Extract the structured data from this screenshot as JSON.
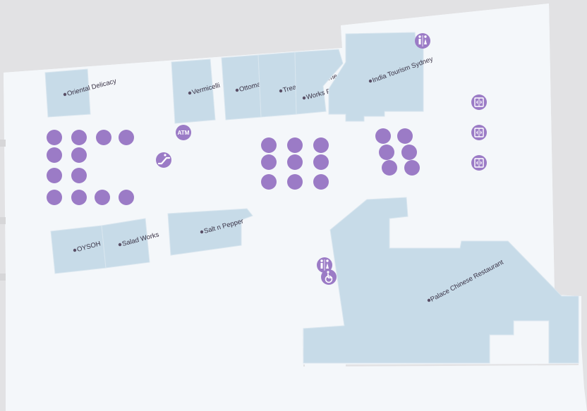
{
  "map": {
    "colors": {
      "background": "#e2e2e4",
      "floor": "#f4f7fa",
      "store": "#c7dbe8",
      "amenity": "#9b7bc6",
      "label": "#3a3346"
    },
    "stores": [
      {
        "id": "oriental-delicacy",
        "name": "Oriental Delicacy"
      },
      {
        "id": "vermicelli",
        "name": "Vermicelli"
      },
      {
        "id": "ottoman-grill",
        "name": "Ottoman Grill"
      },
      {
        "id": "treats-from-home",
        "name": "Treats From Home"
      },
      {
        "id": "works-perfect",
        "name": "Works Perfect"
      },
      {
        "id": "india-tourism-sydney",
        "name": "India Tourism Sydney"
      },
      {
        "id": "oysoh",
        "name": "OYSOH"
      },
      {
        "id": "salad-works",
        "name": "Salad Works"
      },
      {
        "id": "salt-n-pepper",
        "name": "Salt n Pepper"
      },
      {
        "id": "palace-chinese-restaurant",
        "name": "Palace Chinese Restaurant"
      }
    ],
    "amenities": {
      "atm_label": "ATM",
      "icons": [
        "atm-icon",
        "escalator-icon",
        "restroom-icon",
        "accessible-restroom-icon",
        "lift-icon"
      ]
    }
  }
}
